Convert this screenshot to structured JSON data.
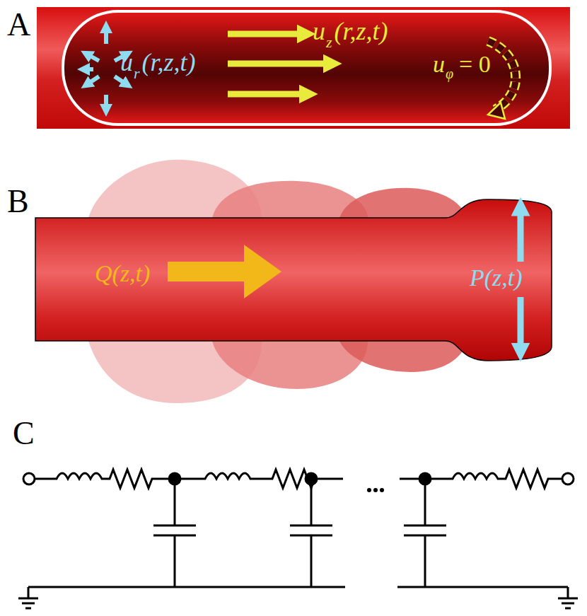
{
  "diagram": {
    "labels": [
      "A",
      "u",
      "r",
      "(r,z,t)",
      "u",
      "z",
      "(r,z,t)",
      "u",
      "φ",
      "= 0",
      "B",
      "Q(z,t)",
      "P(z,t)",
      "C"
    ]
  }
}
